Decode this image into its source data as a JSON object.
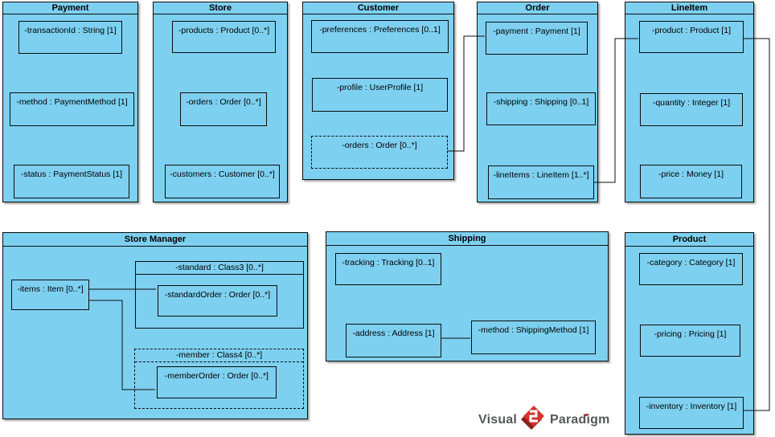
{
  "diagram_title": "UML composite structure diagram",
  "colors": {
    "shape_fill": "#7ed0f0",
    "shape_border": "#0d0d0d",
    "logo_red": "#d5332c",
    "logo_dark_red": "#8e1f1a",
    "logo_gray": "#565759",
    "background": "#ffffff"
  },
  "classes": {
    "payment": {
      "title": "Payment",
      "attributes": [
        {
          "label": "-transactionId : String [1]"
        },
        {
          "label": "-method : PaymentMethod [1]"
        },
        {
          "label": "-status : PaymentStatus [1]"
        }
      ]
    },
    "store": {
      "title": "Store",
      "attributes": [
        {
          "label": "-products : Product [0..*]"
        },
        {
          "label": "-orders : Order [0..*]"
        },
        {
          "label": "-customers : Customer [0..*]"
        }
      ]
    },
    "customer": {
      "title": "Customer",
      "attributes": [
        {
          "label": "-preferences : Preferences [0..1]"
        },
        {
          "label": "-profile : UserProfile [1]"
        },
        {
          "label": "-orders : Order [0..*]"
        }
      ]
    },
    "order": {
      "title": "Order",
      "attributes": [
        {
          "label": "-payment : Payment [1]"
        },
        {
          "label": "-shipping : Shipping [0..1]"
        },
        {
          "label": "-lineItems : LineItem [1..*]"
        }
      ]
    },
    "lineitem": {
      "title": "LineItem",
      "attributes": [
        {
          "label": "-product : Product [1]"
        },
        {
          "label": "-quantity : Integer [1]"
        },
        {
          "label": "-price : Money [1]"
        }
      ]
    },
    "store_manager": {
      "title": "Store Manager",
      "items_label": "-items : Item [0..*]",
      "standard": {
        "label": "-standard : Class3 [0..*]",
        "inner_label": "-standardOrder : Order [0..*]"
      },
      "member": {
        "label": "-member : Class4 [0..*]",
        "inner_label": "-memberOrder : Order [0..*]"
      }
    },
    "shipping": {
      "title": "Shipping",
      "attributes": [
        {
          "label": "-tracking : Tracking [0..1]"
        },
        {
          "label": "-address : Address [1]"
        },
        {
          "label": "-method : ShippingMethod [1]"
        }
      ]
    },
    "product": {
      "title": "Product",
      "attributes": [
        {
          "label": "-category : Category [1]"
        },
        {
          "label": "-pricing : Pricing [1]"
        },
        {
          "label": "-inventory : Inventory [1]"
        }
      ]
    }
  },
  "relationships": [
    {
      "from": "Customer.orders",
      "to": "Order.payment"
    },
    {
      "from": "Order.lineItems",
      "to": "LineItem.product"
    },
    {
      "from": "LineItem.product",
      "to": "Product.inventory"
    },
    {
      "from": "StoreManager.items",
      "to": "StoreManager.standard.standardOrder"
    },
    {
      "from": "StoreManager.items",
      "to": "StoreManager.member.memberOrder"
    },
    {
      "from": "Shipping.address",
      "to": "Shipping.method"
    }
  ],
  "logo": {
    "brand_left": "Visual",
    "brand_right": "Paradigm"
  }
}
